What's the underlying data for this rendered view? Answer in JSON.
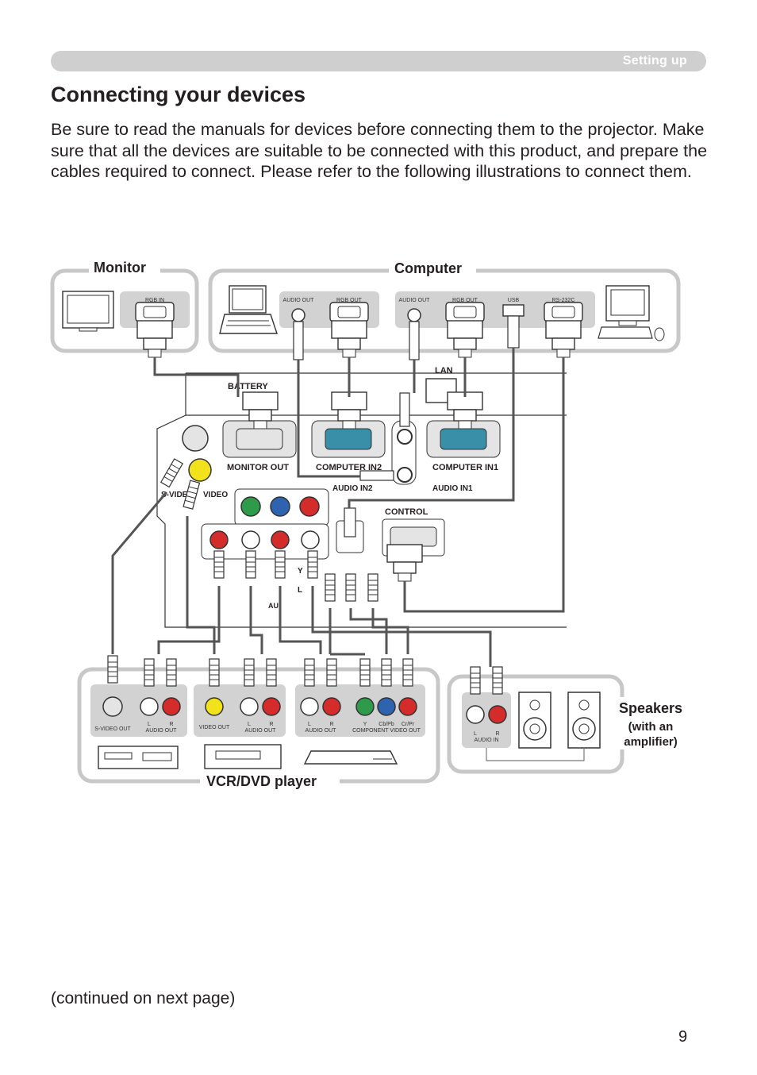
{
  "header": {
    "section_label": "Setting up"
  },
  "title": "Connecting your devices",
  "intro": "Be sure to read the manuals for devices before connecting them to the projector. Make sure that all the devices are suitable to be connected with this product, and prepare the cables required to connect. Please refer to the following illustrations to connect them.",
  "groups": {
    "monitor": "Monitor",
    "computer": "Computer",
    "vcr": "VCR/DVD player",
    "speakers": "Speakers",
    "speakers_note_1": "(with an",
    "speakers_note_2": "amplifier)"
  },
  "device_ports": {
    "monitor_rgb_in": "RGB IN",
    "laptop_audio_out": "AUDIO OUT",
    "laptop_rgb_out": "RGB OUT",
    "pc_audio_out": "AUDIO OUT",
    "pc_rgb_out": "RGB OUT",
    "pc_usb": "USB",
    "pc_rs232c": "RS-232C",
    "svideo_out": "S-VIDEO OUT",
    "audio_l": "L",
    "audio_r": "R",
    "audio_out": "AUDIO OUT",
    "video_out": "VIDEO OUT",
    "comp_y": "Y",
    "comp_cb": "Cb/Pb",
    "comp_cr": "Cr/Pr",
    "component_video_out": "COMPONENT VIDEO OUT",
    "audio_in": "AUDIO IN"
  },
  "projector_ports": {
    "battery": "BATTERY",
    "lan": "LAN",
    "monitor_out": "MONITOR OUT",
    "computer_in2": "COMPUTER IN2",
    "computer_in1": "COMPUTER IN1",
    "audio_in2": "AUDIO IN2",
    "audio_in1": "AUDIO IN1",
    "s_video": "S-VIDEO",
    "video": "VIDEO",
    "control": "CONTROL",
    "audio_short": "AU",
    "y": "Y",
    "l": "L"
  },
  "footer": {
    "continued": "(continued on next page)",
    "page_number": "9"
  },
  "colors": {
    "green": "#2e9b4a",
    "blue": "#2e63b0",
    "red": "#d42b2b",
    "yellow": "#f2e21c",
    "teal": "#3a8fa8",
    "gray_frame": "#c8c8c8",
    "header_bar": "#cfcfcf"
  }
}
